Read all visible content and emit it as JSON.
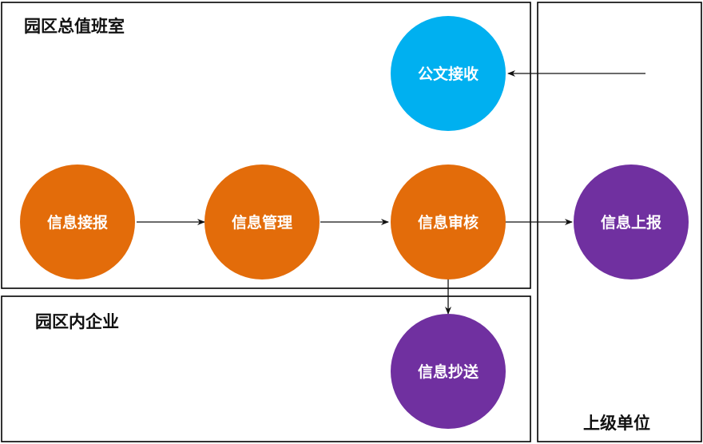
{
  "regions": {
    "duty_office": {
      "label": "园区总值班室"
    },
    "enterprises": {
      "label": "园区内企业"
    },
    "superior": {
      "label": "上级单位"
    }
  },
  "nodes": {
    "doc_receive": {
      "label": "公文接收",
      "color": "#00B0F0"
    },
    "info_receive": {
      "label": "信息接报",
      "color": "#E36C0A"
    },
    "info_manage": {
      "label": "信息管理",
      "color": "#E36C0A"
    },
    "info_review": {
      "label": "信息审核",
      "color": "#E36C0A"
    },
    "info_report": {
      "label": "信息上报",
      "color": "#7030A0"
    },
    "info_cc": {
      "label": "信息抄送",
      "color": "#7030A0"
    }
  }
}
